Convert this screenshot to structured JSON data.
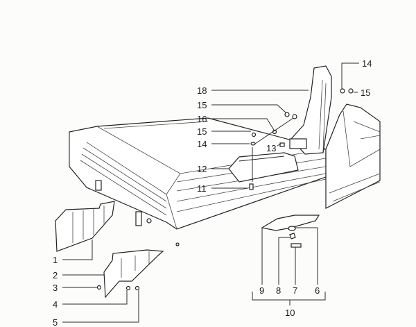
{
  "diagram": {
    "callouts": [
      {
        "id": "c14a",
        "label": "14"
      },
      {
        "id": "c15a",
        "label": "15"
      },
      {
        "id": "c18",
        "label": "18"
      },
      {
        "id": "c15b",
        "label": "15"
      },
      {
        "id": "c16",
        "label": "16"
      },
      {
        "id": "c15c",
        "label": "15"
      },
      {
        "id": "c14b",
        "label": "14"
      },
      {
        "id": "c13",
        "label": "13"
      },
      {
        "id": "c12",
        "label": "12"
      },
      {
        "id": "c11",
        "label": "11"
      },
      {
        "id": "c1",
        "label": "1"
      },
      {
        "id": "c2",
        "label": "2"
      },
      {
        "id": "c3",
        "label": "3"
      },
      {
        "id": "c4",
        "label": "4"
      },
      {
        "id": "c5",
        "label": "5"
      },
      {
        "id": "c9",
        "label": "9"
      },
      {
        "id": "c8",
        "label": "8"
      },
      {
        "id": "c7",
        "label": "7"
      },
      {
        "id": "c6",
        "label": "6"
      },
      {
        "id": "c10",
        "label": "10"
      }
    ]
  }
}
